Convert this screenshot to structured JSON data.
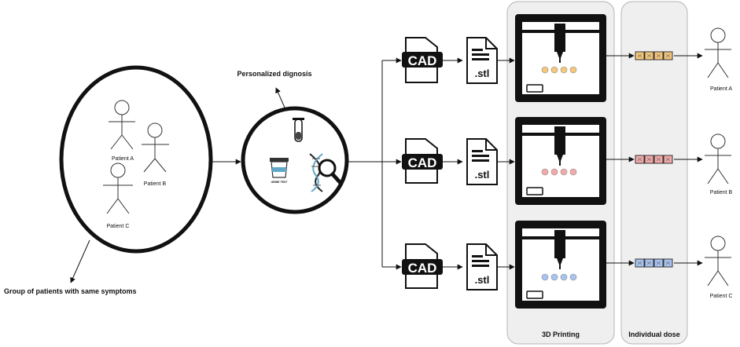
{
  "diagram": {
    "group_label": "Group of patients with same symptoms",
    "diagnosis_label": "Personalized dignosis",
    "urine_test_label": "URINE TEST",
    "cad_label": "CAD",
    "stl_label": ".stl",
    "printing_panel_label": "3D Printing",
    "dose_panel_label": "Individual dose",
    "patients_in_group": [
      "Patient A",
      "Patient B",
      "Patient C"
    ],
    "rows": [
      {
        "patient": "Patient A",
        "dose_color": "#f4c77a"
      },
      {
        "patient": "Patient B",
        "dose_color": "#f2a9a9"
      },
      {
        "patient": "Patient C",
        "dose_color": "#a9c3f0"
      }
    ]
  }
}
